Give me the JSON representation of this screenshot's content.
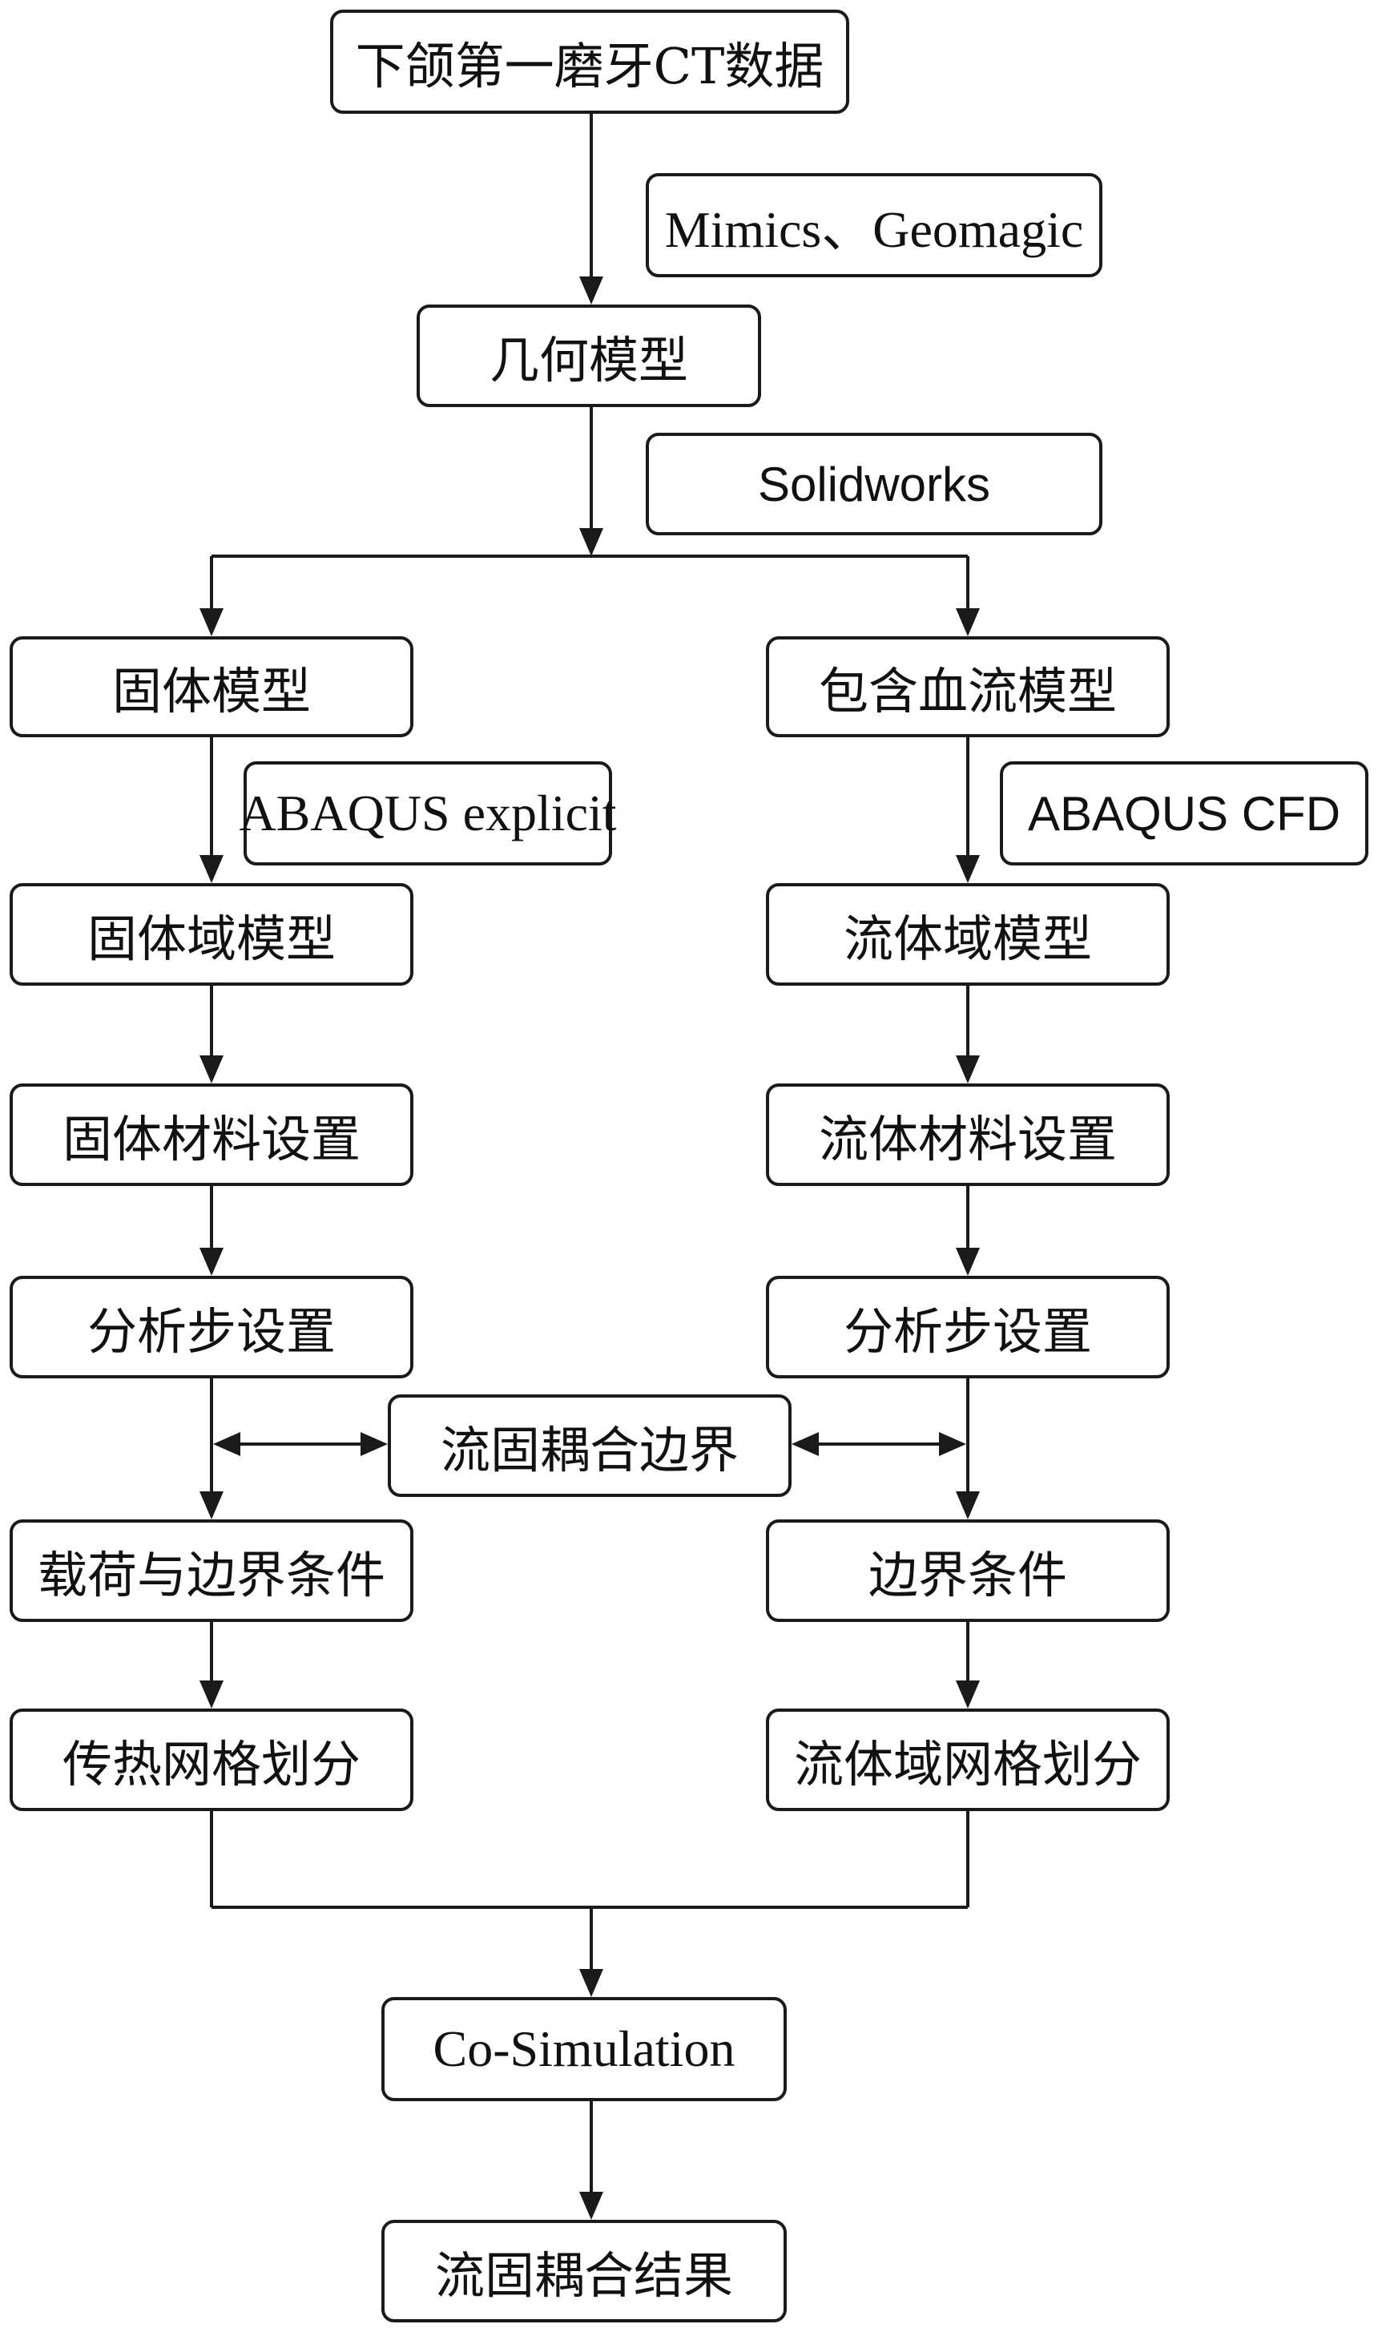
{
  "nodes": {
    "ct_data": "下颌第一磨牙CT数据",
    "geometry_model": "几何模型",
    "solid_model": "固体模型",
    "fluid_model_with_blood": "包含血流模型",
    "solid_domain_model": "固体域模型",
    "fluid_domain_model": "流体域模型",
    "solid_material": "固体材料设置",
    "fluid_material": "流体材料设置",
    "solid_step": "分析步设置",
    "fluid_step": "分析步设置",
    "fsi_boundary": "流固耦合边界",
    "solid_load_bc": "载荷与边界条件",
    "fluid_bc": "边界条件",
    "solid_mesh": "传热网格划分",
    "fluid_mesh": "流体域网格划分",
    "cosim": "Co-Simulation",
    "result": "流固耦合结果"
  },
  "tools": {
    "mimics_geomagic": "Mimics、Geomagic",
    "solidworks": "Solidworks",
    "abaqus_explicit": "ABAQUS explicit",
    "abaqus_cfd": "ABAQUS CFD"
  }
}
